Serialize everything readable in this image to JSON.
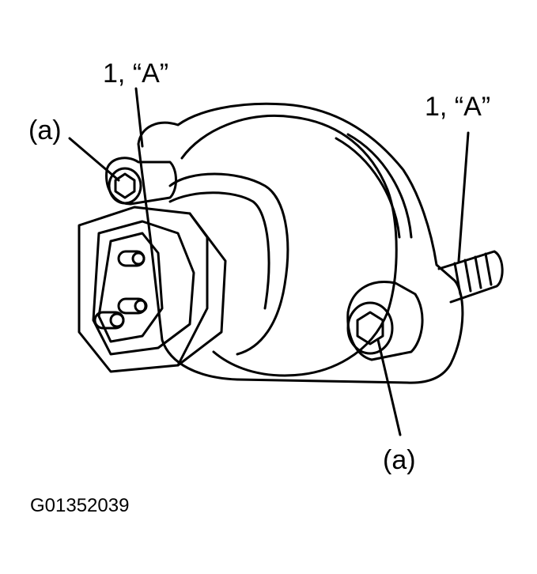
{
  "labels": {
    "top_left_item": "1, “A”",
    "top_right_item": "1, “A”",
    "left_bolt": "(a)",
    "bottom_bolt": "(a)"
  },
  "figure_id": "G01352039",
  "colors": {
    "ink": "#000000",
    "paper": "#ffffff"
  }
}
